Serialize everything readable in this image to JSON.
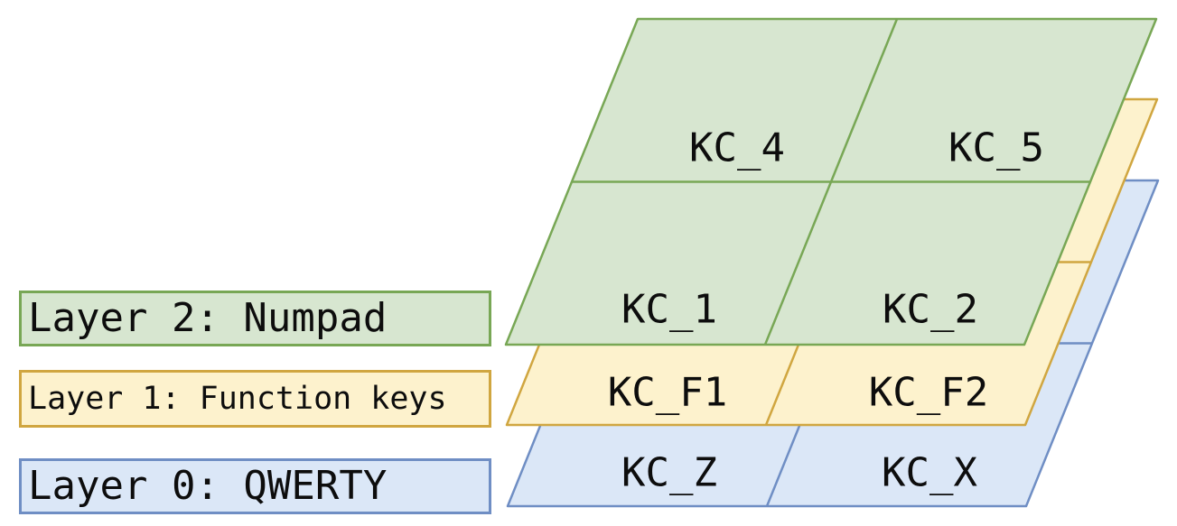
{
  "diagram": {
    "text_color": "#0d0d0d",
    "background": "#ffffff",
    "layers": [
      {
        "id": "layer-2",
        "legend_label": "Layer 2: Numpad",
        "name": "Numpad",
        "index": 2,
        "fill": "#d7e6d0",
        "stroke": "#78a755",
        "keys": [
          "KC_4",
          "KC_5",
          "KC_1",
          "KC_2"
        ]
      },
      {
        "id": "layer-1",
        "legend_label": "Layer 1: Function keys",
        "name": "Function keys",
        "index": 1,
        "fill": "#fdf2cd",
        "stroke": "#d0a640",
        "keys": [
          "KC_F1",
          "KC_F2"
        ]
      },
      {
        "id": "layer-0",
        "legend_label": "Layer 0: QWERTY",
        "name": "QWERTY",
        "index": 0,
        "fill": "#dbe7f7",
        "stroke": "#6f8ec4",
        "keys": [
          "KC_Z",
          "KC_X"
        ]
      }
    ]
  }
}
